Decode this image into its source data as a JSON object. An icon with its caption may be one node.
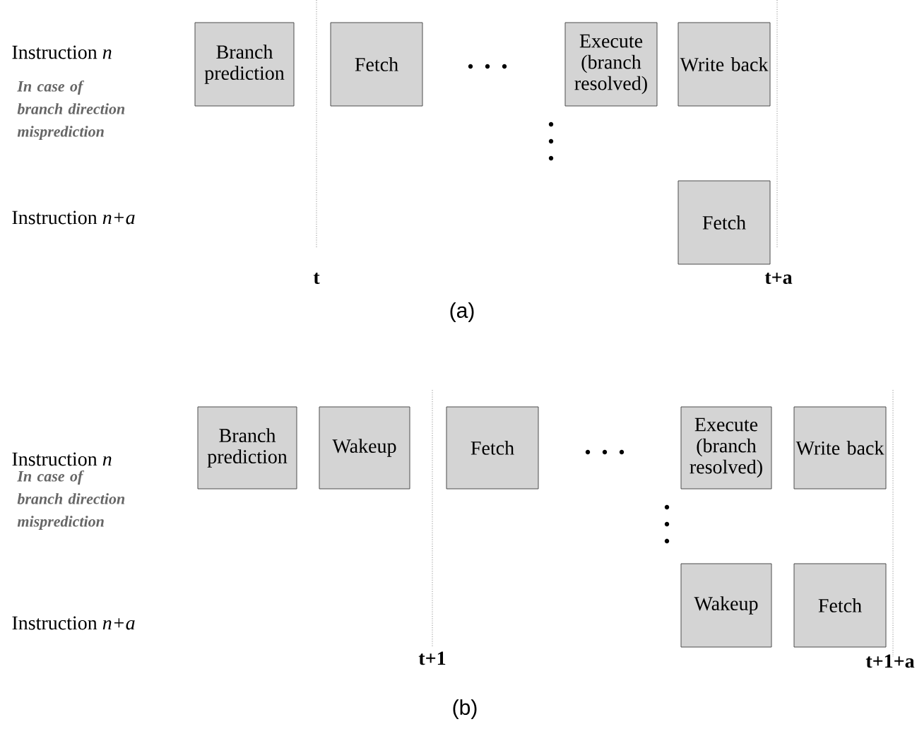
{
  "diagram": {
    "nodes": [
      {
        "text": [
          "Branch prediction"
        ]
      },
      {
        "text": [
          "Fetch"
        ]
      },
      {
        "text": [
          "Execute (branch resolved)"
        ]
      },
      {
        "text": [
          "Write back"
        ]
      },
      {
        "text": [
          "Fetch"
        ]
      },
      {
        "text": [
          "Branch prediction"
        ]
      },
      {
        "text": [
          "Wakeup"
        ]
      },
      {
        "text": [
          "Fetch"
        ]
      },
      {
        "text": [
          "Execute (branch resolved)"
        ]
      },
      {
        "text": [
          "Write back"
        ]
      },
      {
        "text": [
          "Wakeup"
        ]
      },
      {
        "text": [
          "Fetch"
        ]
      }
    ],
    "labels": [
      "Instruction *n*",
      "In case of branch direction misprediction",
      "Instruction *n+a*",
      "t",
      "t+a",
      "(a)",
      "Instruction *n*",
      "In case of branch direction misprediction",
      "Instruction *n+a*",
      "t+1",
      "t+1+a",
      "(b)"
    ]
  }
}
